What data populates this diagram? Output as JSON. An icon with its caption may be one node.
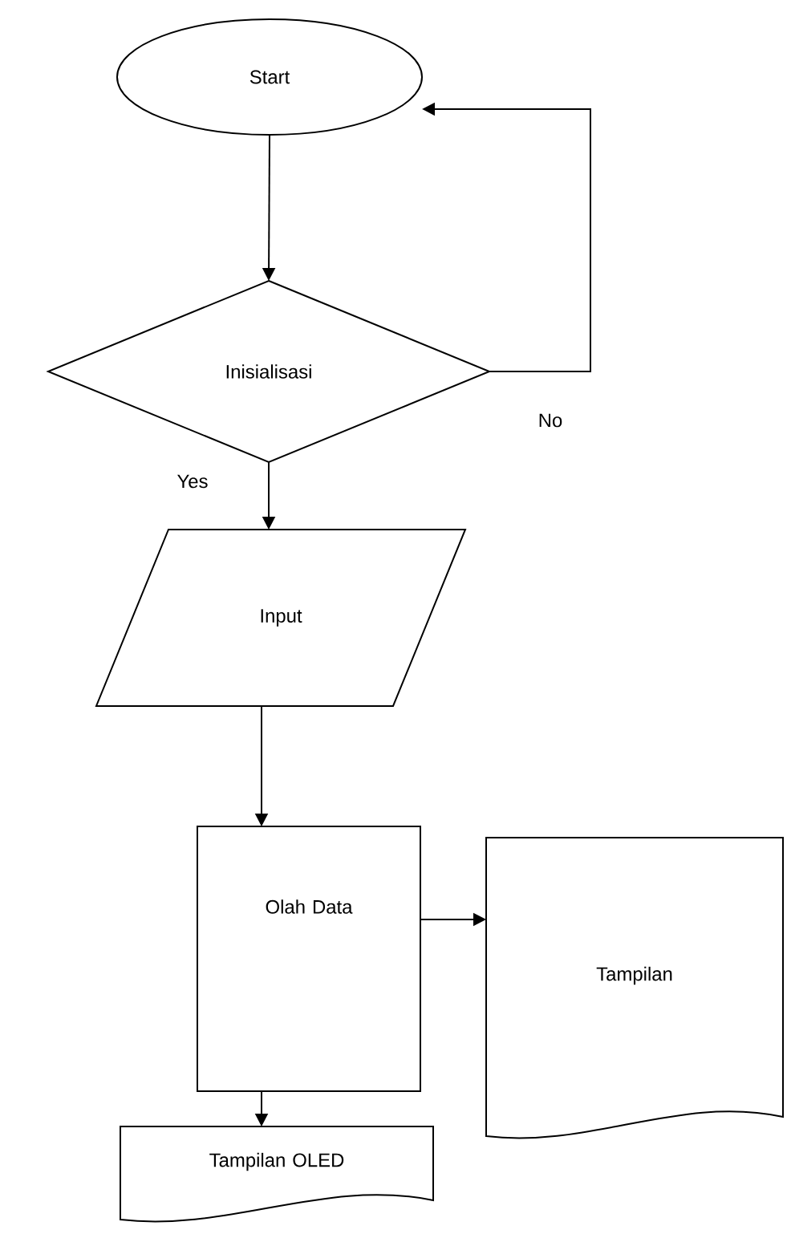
{
  "diagram": {
    "nodes": [
      {
        "text": [
          "Start"
        ]
      },
      {
        "text": [
          "Inisialisasi"
        ]
      },
      {
        "text": [
          "Input"
        ]
      },
      {
        "text": [
          "Olah Data"
        ]
      },
      {
        "text": [
          "Tampilan"
        ]
      },
      {
        "text": [
          "Tampilan OLED"
        ]
      }
    ],
    "edges": [
      {
        "from": 0,
        "to": 1,
        "arrow": "to"
      },
      {
        "from": 1,
        "to": 0,
        "arrow": "to",
        "label": "No"
      },
      {
        "from": 1,
        "to": 2,
        "arrow": "to",
        "label": "Yes"
      },
      {
        "from": 2,
        "to": 3,
        "arrow": "to"
      },
      {
        "from": 3,
        "to": 4,
        "arrow": "to"
      },
      {
        "from": 3,
        "to": 5,
        "arrow": "to"
      }
    ]
  }
}
